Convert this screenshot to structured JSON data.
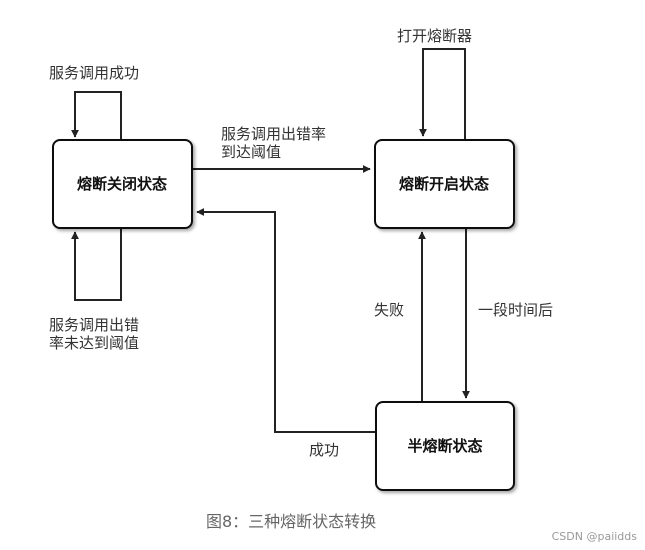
{
  "states": {
    "closed": "熔断关闭状态",
    "open": "熔断开启状态",
    "half_open": "半熔断状态"
  },
  "transitions": {
    "closed_self_success": "服务调用成功",
    "closed_self_error_line1": "服务调用出错",
    "closed_self_error_line2": "率未达到阈值",
    "closed_to_open_line1": "服务调用出错率",
    "closed_to_open_line2": "到达阈值",
    "open_self": "打开熔断器",
    "open_to_half": "一段时间后",
    "half_to_open": "失败",
    "half_to_closed": "成功"
  },
  "caption": "图8：三种熔断状态转换",
  "watermark": "CSDN @paiidds",
  "colors": {
    "line": "#222222",
    "box_border": "#111111",
    "box_fill": "#ffffff",
    "text": "#333333"
  }
}
